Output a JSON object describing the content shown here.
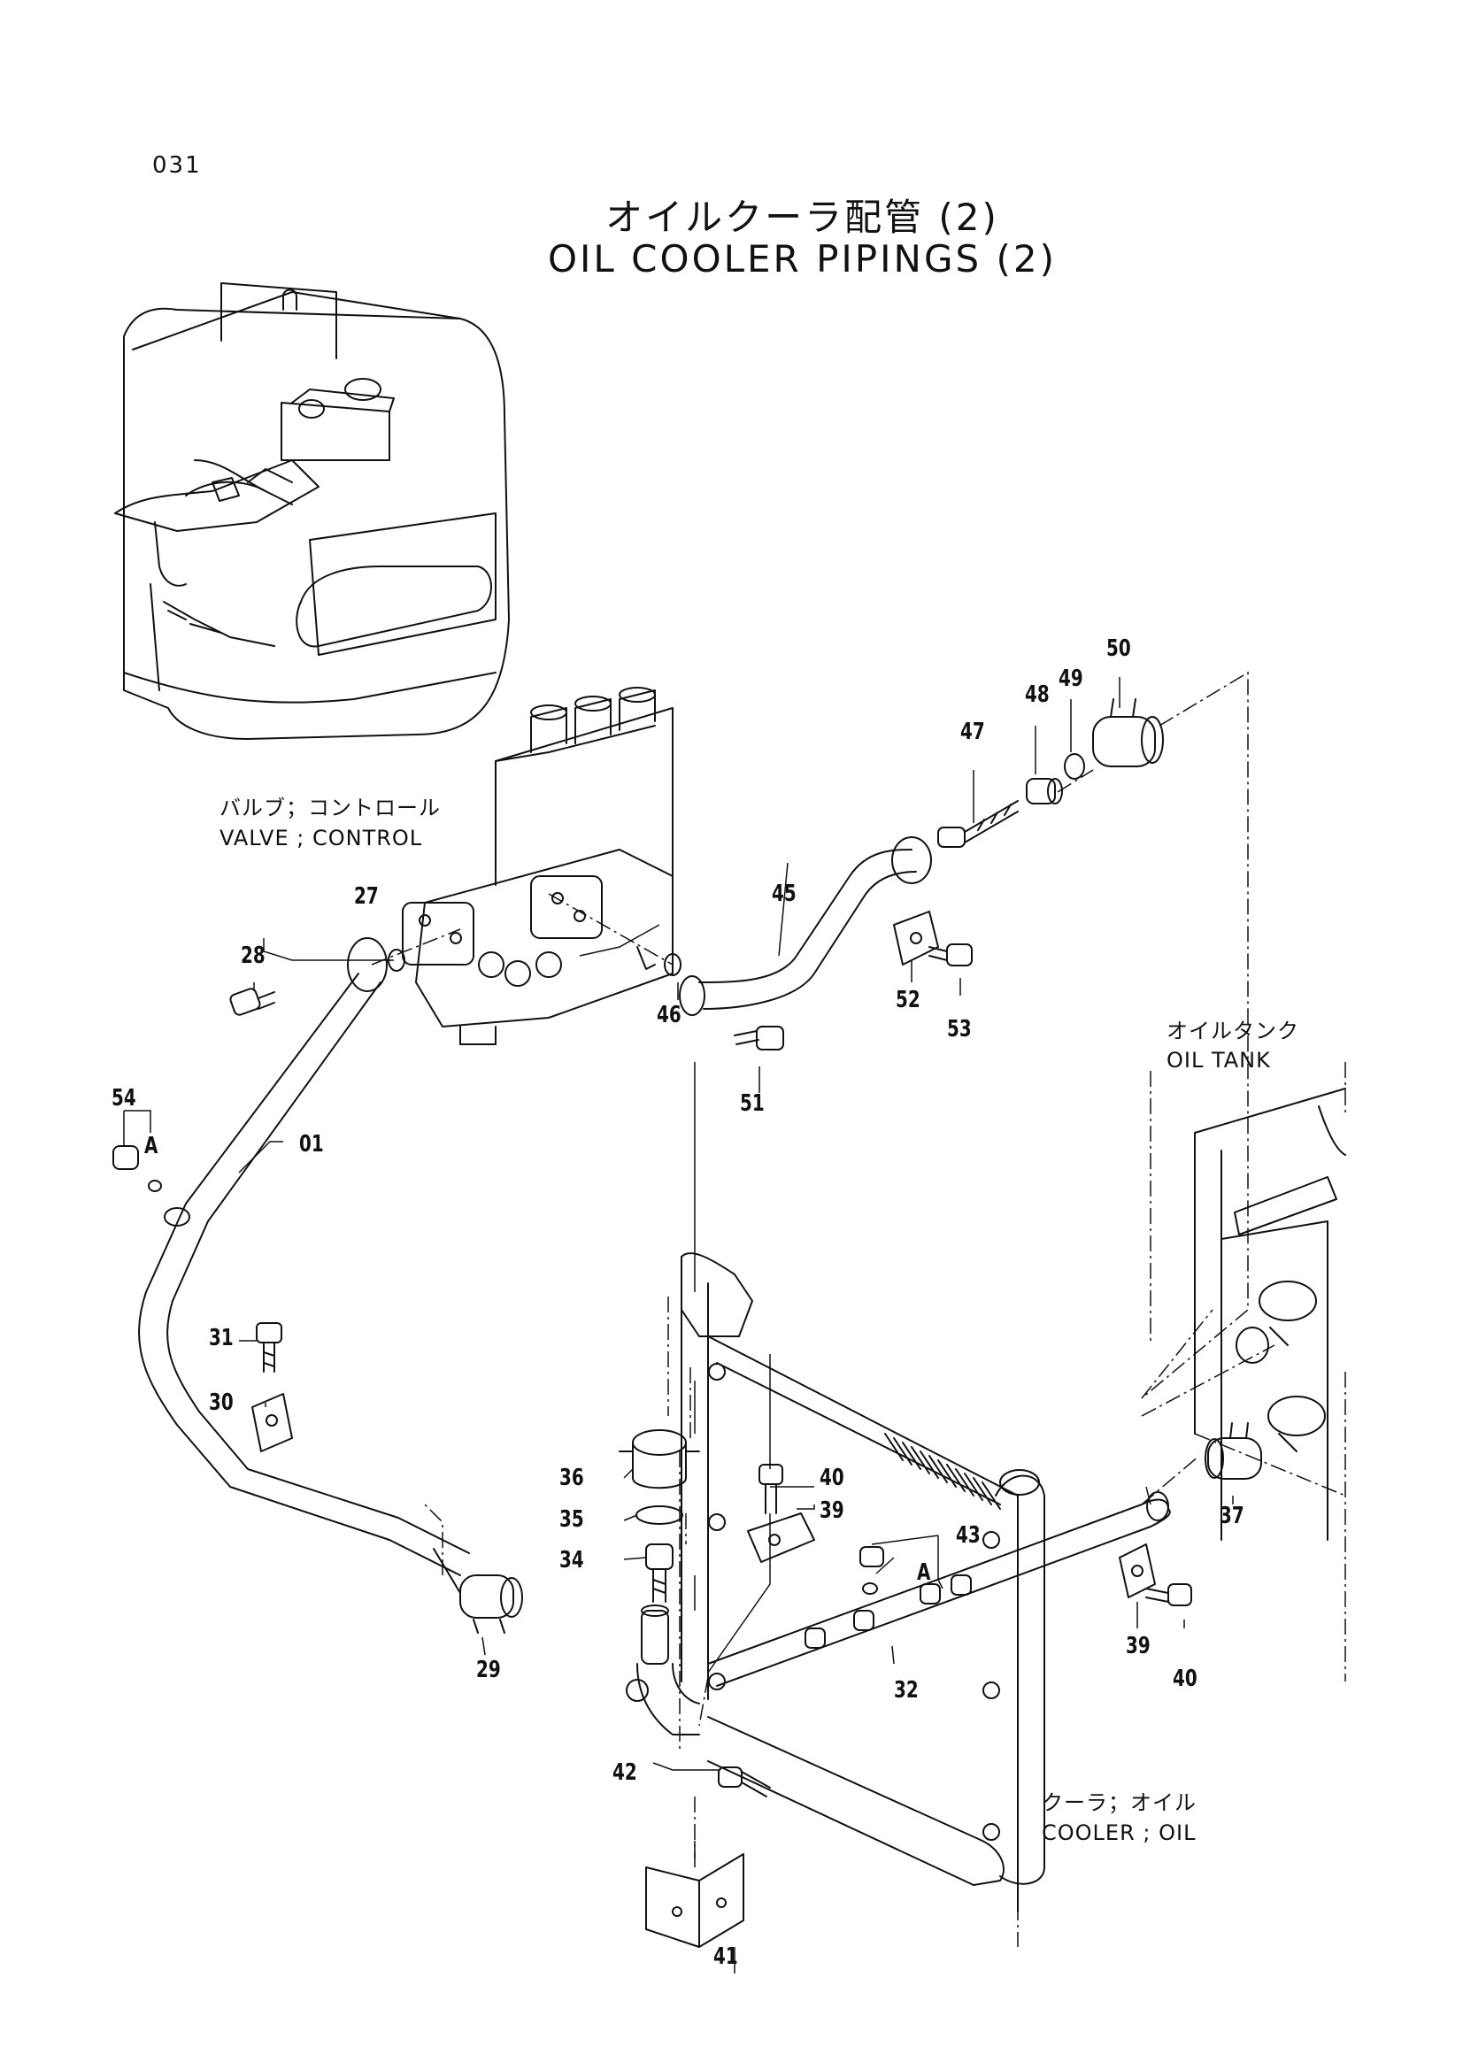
{
  "page_number": "031",
  "title_jp": "オイルクーラ配管 (2)",
  "title_en": "OIL COOLER PIPINGS (2)",
  "components": {
    "control_valve": {
      "jp": "バルブ；コントロール",
      "en": "VALVE ; CONTROL"
    },
    "oil_tank": {
      "jp": "オイルタンク",
      "en": "OIL TANK"
    },
    "oil_cooler": {
      "jp": "クーラ；オイル",
      "en": "COOLER ; OIL"
    }
  },
  "callouts": {
    "c01": "01",
    "c27": "27",
    "c28": "28",
    "c29": "29",
    "c30": "30",
    "c31": "31",
    "c32": "32",
    "c34": "34",
    "c35": "35",
    "c36": "36",
    "c37": "37",
    "c39a": "39",
    "c39b": "39",
    "c40a": "40",
    "c40b": "40",
    "c41": "41",
    "c42": "42",
    "c43": "43",
    "c45": "45",
    "c46": "46",
    "c47": "47",
    "c48": "48",
    "c49": "49",
    "c50": "50",
    "c51": "51",
    "c52": "52",
    "c53": "53",
    "c54": "54",
    "markA1": "A",
    "markA2": "A"
  }
}
